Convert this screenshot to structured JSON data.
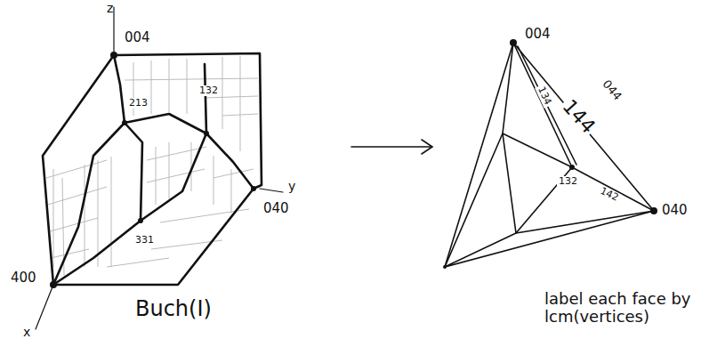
{
  "diagram": {
    "labels": [
      "z",
      "004",
      "213",
      "132",
      "331",
      "040",
      "y",
      "400",
      "x",
      "Buch(I)",
      "004",
      "134",
      "144",
      "044",
      "132",
      "142",
      "040",
      "label each face by lcm(vertices)"
    ]
  }
}
